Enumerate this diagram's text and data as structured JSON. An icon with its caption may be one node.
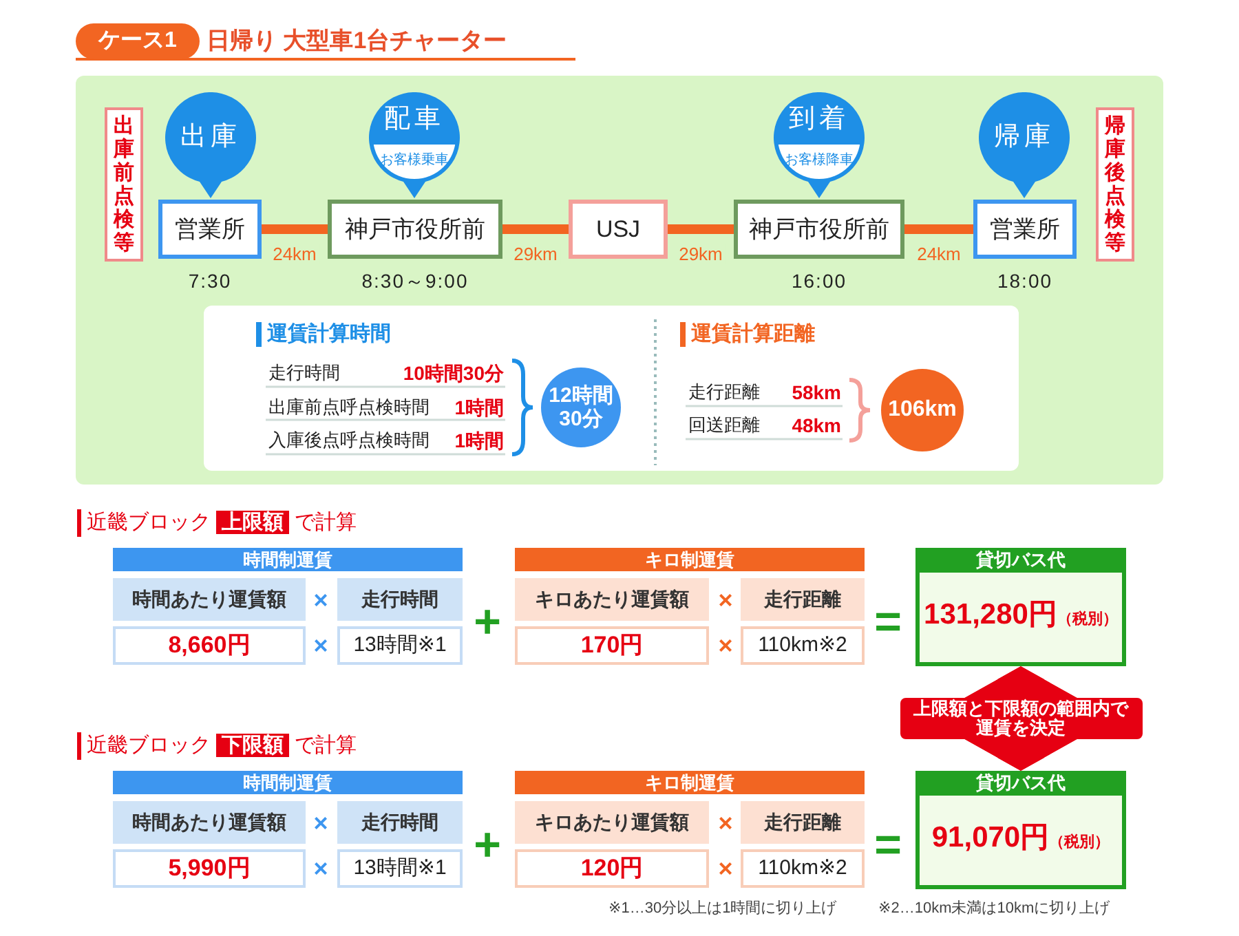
{
  "diagram": {
    "title": "日帰り 大型車1台チャーター",
    "nodes": [
      {
        "text": [
          "ケース1"
        ]
      },
      {
        "text": [
          "出庫前点検等"
        ]
      },
      {
        "text": [
          "出庫"
        ]
      },
      {
        "text": [
          "配車",
          "お客様乗車"
        ]
      },
      {
        "text": [
          "到着",
          "お客様降車"
        ]
      },
      {
        "text": [
          "帰庫"
        ]
      },
      {
        "text": [
          "営業所"
        ],
        "beside": [
          "7:30"
        ]
      },
      {
        "text": [
          "神戸市役所前"
        ],
        "beside": [
          "8:30～9:00"
        ]
      },
      {
        "text": [
          "USJ"
        ]
      },
      {
        "text": [
          "神戸市役所前"
        ],
        "beside": [
          "16:00"
        ]
      },
      {
        "text": [
          "営業所"
        ],
        "beside": [
          "18:00"
        ]
      },
      {
        "text": [
          "帰庫後点検等"
        ]
      },
      {
        "text": [
          "12時間30分"
        ]
      },
      {
        "text": [
          "106km"
        ]
      },
      {
        "text": [
          "貸切バス代",
          "**131,280円**（税別）"
        ]
      },
      {
        "text": [
          "貸切バス代",
          "**91,070円**（税別）"
        ]
      }
    ],
    "edges": [
      {
        "from": 6,
        "to": 7,
        "arrow": "none",
        "label": "24km"
      },
      {
        "from": 7,
        "to": 8,
        "arrow": "none",
        "label": "29km"
      },
      {
        "from": 8,
        "to": 9,
        "arrow": "none",
        "label": "29km"
      },
      {
        "from": 9,
        "to": 10,
        "arrow": "none",
        "label": "24km"
      },
      {
        "from": 14,
        "to": 15,
        "arrow": "both",
        "label": "上限額と下限額の範囲内で運賃を決定",
        "style": "thick",
        "color": "#e60012"
      }
    ],
    "labels": [
      "運賃計算時間",
      "走行時間",
      "10時間30分",
      "出庫前点呼点検時間",
      "1時間",
      "入庫後点呼点検時間",
      "1時間",
      "運賃計算距離",
      "走行距離",
      "58km",
      "回送距離",
      "48km",
      "近畿ブロック**上限額**で計算",
      "時間制運賃",
      "キロ制運賃",
      "時間あたり運賃額",
      "×",
      "走行時間",
      "キロあたり運賃額",
      "×",
      "走行距離",
      "+",
      "=",
      "8,660円",
      "×",
      "13時間※1",
      "170円",
      "×",
      "110km※2",
      "近畿ブロック**下限額**で計算",
      "時間制運賃",
      "キロ制運賃",
      "時間あたり運賃額",
      "×",
      "走行時間",
      "キロあたり運賃額",
      "×",
      "走行距離",
      "+",
      "=",
      "5,990円",
      "×",
      "13時間※1",
      "120円",
      "×",
      "110km※2",
      "※1…30分以上は1時間に切り上げ",
      "※2…10km未満は10kmに切り上げ"
    ]
  }
}
